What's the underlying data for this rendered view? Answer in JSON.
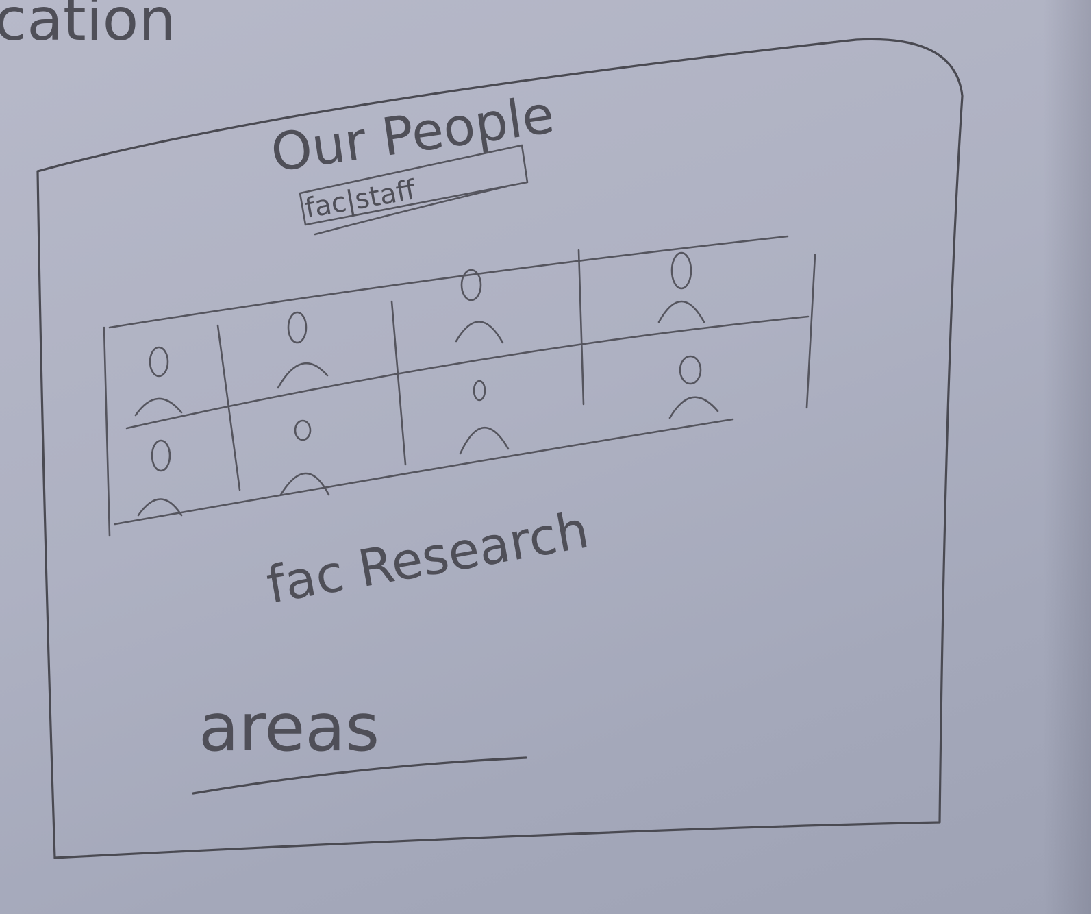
{
  "corner_text": "cation",
  "page": {
    "title": "Our People",
    "toggle": {
      "label": "fac|staff"
    },
    "section_heading": "fac Research",
    "footer_link": "areas"
  },
  "people_grid": {
    "rows": 2,
    "columns": 4,
    "cells": [
      {
        "icon": "person-icon"
      },
      {
        "icon": "person-icon"
      },
      {
        "icon": "person-icon"
      },
      {
        "icon": "person-icon"
      },
      {
        "icon": "person-icon"
      },
      {
        "icon": "person-icon"
      },
      {
        "icon": "person-icon"
      },
      {
        "icon": "person-icon"
      }
    ]
  },
  "colors": {
    "paper": "#b0b3c4",
    "pencil": "#4a4a52"
  }
}
